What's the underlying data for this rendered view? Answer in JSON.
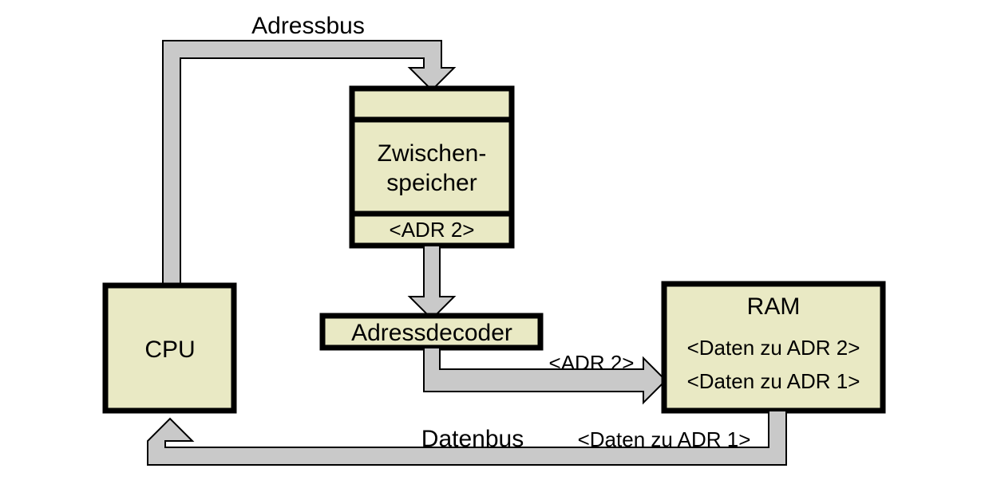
{
  "diagram": {
    "title": "Speicherzugriff CPU RAM Adressbus Datenbus",
    "colors": {
      "box_fill": "#e9e9c4",
      "box_stroke": "#000000",
      "bus_fill": "#c9c9c9",
      "bus_stroke": "#000000",
      "background": "#ffffff",
      "text": "#000000"
    },
    "nodes": {
      "cpu": {
        "label": "CPU"
      },
      "buffer": {
        "label_line1": "Zwischen-",
        "label_line2": "speicher",
        "cell_top": "",
        "cell_bottom": "<ADR 2>"
      },
      "decoder": {
        "label": "Adressdecoder"
      },
      "ram": {
        "label": "RAM",
        "row1": "<Daten zu ADR 2>",
        "row2": "<Daten zu ADR 1>"
      }
    },
    "edges": {
      "address_bus": {
        "label": "Adressbus"
      },
      "data_bus": {
        "label": "Datenbus",
        "payload": "<Daten zu ADR 1>"
      },
      "decoder_to_ram": {
        "label": "<ADR 2>"
      }
    }
  }
}
